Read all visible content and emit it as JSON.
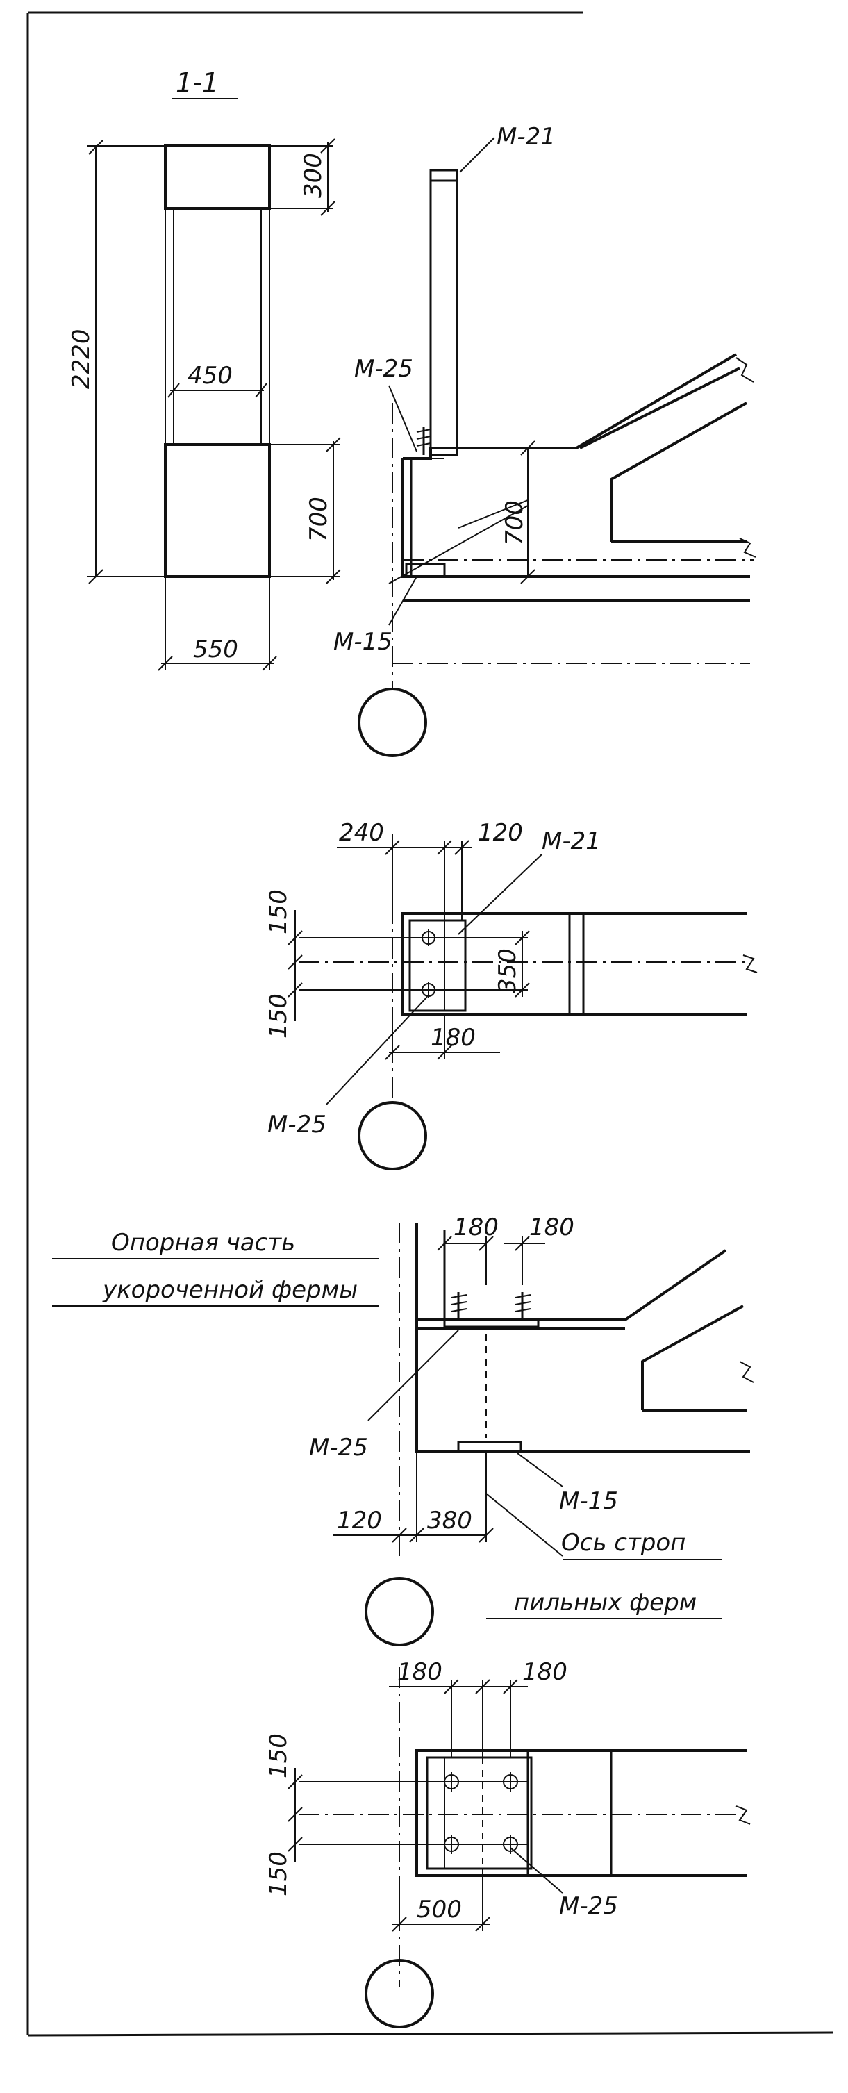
{
  "section_1": {
    "title": "1-1",
    "dims": {
      "height_total": "2220",
      "top_block": "300",
      "width_inner": "450",
      "bottom_block": "700",
      "width_base": "550",
      "beam_height": "700"
    },
    "marks": {
      "top": "М-21",
      "left": "М-25",
      "bottom": "М-15"
    }
  },
  "plan_1": {
    "dims": {
      "top_left": "240",
      "top_right": "120",
      "left_top": "150",
      "left_bottom": "150",
      "right": "350",
      "bottom": "180"
    },
    "marks": {
      "top": "М-21",
      "bottom": "М-25"
    }
  },
  "section_2": {
    "note": [
      "Опорная   часть",
      "укороченной  фермы"
    ],
    "dims": {
      "top_left": "180",
      "top_right": "180",
      "bottom_left": "120",
      "bottom_right": "380"
    },
    "marks": {
      "left": "М-25",
      "right": "М-15"
    },
    "axis_note": [
      "Ось строп",
      "пильных  ферм"
    ]
  },
  "plan_2": {
    "dims": {
      "top_left": "180",
      "top_right": "180",
      "left_top": "150",
      "left_bottom": "150",
      "bottom": "500"
    },
    "marks": {
      "right": "М-25"
    }
  }
}
